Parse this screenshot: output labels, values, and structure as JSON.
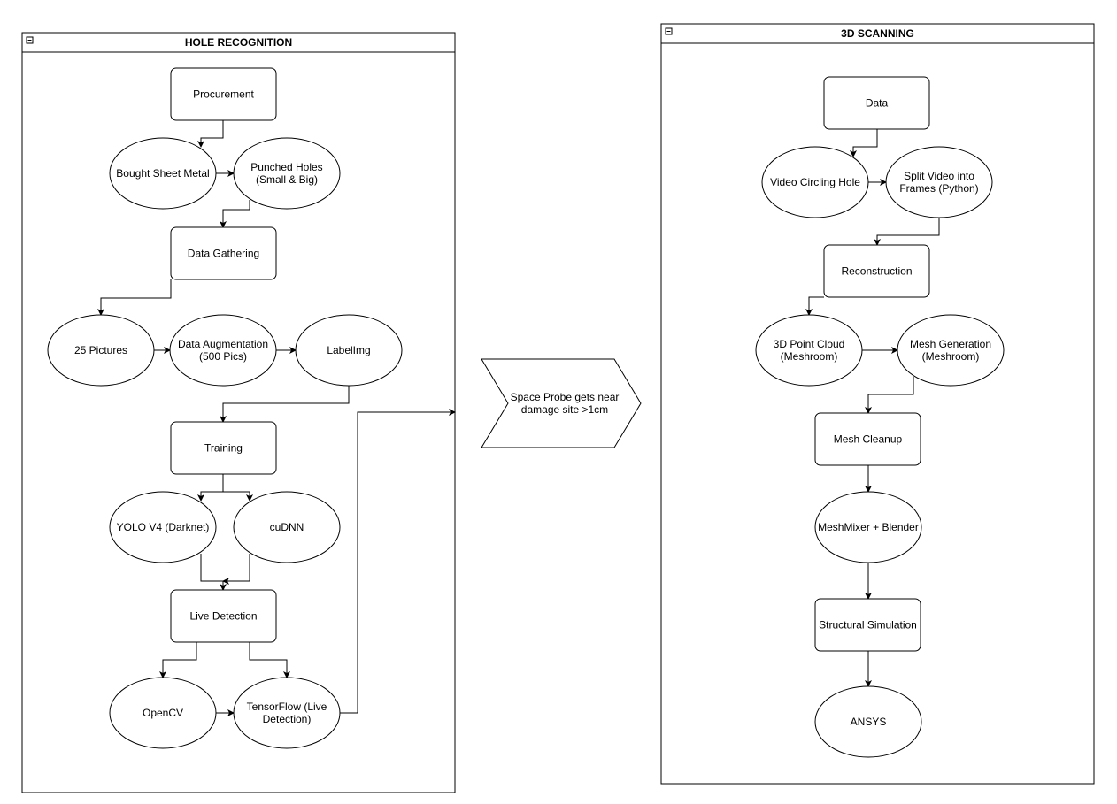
{
  "containers": [
    {
      "id": "hole",
      "title": "HOLE RECOGNITION"
    },
    {
      "id": "scan",
      "title": "3D SCANNING"
    }
  ],
  "nodes": [
    {
      "id": "procurement",
      "lines": [
        "Procurement"
      ]
    },
    {
      "id": "bought_sheet_metal",
      "lines": [
        "Bought Sheet Metal"
      ]
    },
    {
      "id": "punched_holes",
      "lines": [
        "Punched Holes",
        "(Small & Big)"
      ]
    },
    {
      "id": "data_gathering",
      "lines": [
        "Data Gathering"
      ]
    },
    {
      "id": "pictures_25",
      "lines": [
        "25 Pictures"
      ]
    },
    {
      "id": "data_augmentation",
      "lines": [
        "Data Augmentation",
        "(500 Pics)"
      ]
    },
    {
      "id": "labelimg",
      "lines": [
        "LabelImg"
      ]
    },
    {
      "id": "training",
      "lines": [
        "Training"
      ]
    },
    {
      "id": "yolo_v4",
      "lines": [
        "YOLO V4 (Darknet)"
      ]
    },
    {
      "id": "cudnn",
      "lines": [
        "cuDNN"
      ]
    },
    {
      "id": "live_detection",
      "lines": [
        "Live Detection"
      ]
    },
    {
      "id": "opencv",
      "lines": [
        "OpenCV"
      ]
    },
    {
      "id": "tensorflow",
      "lines": [
        "TensorFlow (Live",
        "Detection)"
      ]
    },
    {
      "id": "space_probe",
      "lines": [
        "Space Probe gets near",
        "damage site >1cm"
      ]
    },
    {
      "id": "data",
      "lines": [
        "Data"
      ]
    },
    {
      "id": "video_circling",
      "lines": [
        "Video Circling Hole"
      ]
    },
    {
      "id": "split_video",
      "lines": [
        "Split Video into",
        "Frames (Python)"
      ]
    },
    {
      "id": "reconstruction",
      "lines": [
        "Reconstruction"
      ]
    },
    {
      "id": "point_cloud",
      "lines": [
        "3D Point Cloud",
        "(Meshroom)"
      ]
    },
    {
      "id": "mesh_generation",
      "lines": [
        "Mesh Generation",
        "(Meshroom)"
      ]
    },
    {
      "id": "mesh_cleanup",
      "lines": [
        "Mesh Cleanup"
      ]
    },
    {
      "id": "meshmixer_blender",
      "lines": [
        "MeshMixer + Blender"
      ]
    },
    {
      "id": "structural_sim",
      "lines": [
        "Structural Simulation"
      ]
    },
    {
      "id": "ansys",
      "lines": [
        "ANSYS"
      ]
    }
  ],
  "edges": [
    {
      "from": "procurement",
      "to": "bought_sheet_metal"
    },
    {
      "from": "bought_sheet_metal",
      "to": "punched_holes"
    },
    {
      "from": "punched_holes",
      "to": "data_gathering"
    },
    {
      "from": "data_gathering",
      "to": "pictures_25"
    },
    {
      "from": "pictures_25",
      "to": "data_augmentation"
    },
    {
      "from": "data_augmentation",
      "to": "labelimg"
    },
    {
      "from": "labelimg",
      "to": "training"
    },
    {
      "from": "training",
      "to": "yolo_v4"
    },
    {
      "from": "training",
      "to": "cudnn"
    },
    {
      "from": "yolo_v4",
      "to": "live_detection"
    },
    {
      "from": "cudnn",
      "to": "live_detection"
    },
    {
      "from": "live_detection",
      "to": "opencv"
    },
    {
      "from": "live_detection",
      "to": "tensorflow"
    },
    {
      "from": "opencv",
      "to": "tensorflow"
    },
    {
      "from": "tensorflow",
      "to": "space_probe"
    },
    {
      "from": "data",
      "to": "video_circling"
    },
    {
      "from": "video_circling",
      "to": "split_video"
    },
    {
      "from": "split_video",
      "to": "reconstruction"
    },
    {
      "from": "reconstruction",
      "to": "point_cloud"
    },
    {
      "from": "point_cloud",
      "to": "mesh_generation"
    },
    {
      "from": "mesh_generation",
      "to": "mesh_cleanup"
    },
    {
      "from": "mesh_cleanup",
      "to": "meshmixer_blender"
    },
    {
      "from": "meshmixer_blender",
      "to": "structural_sim"
    },
    {
      "from": "structural_sim",
      "to": "ansys"
    }
  ],
  "colors": {
    "stroke": "#000000",
    "fill": "#ffffff",
    "background": "#ffffff"
  }
}
